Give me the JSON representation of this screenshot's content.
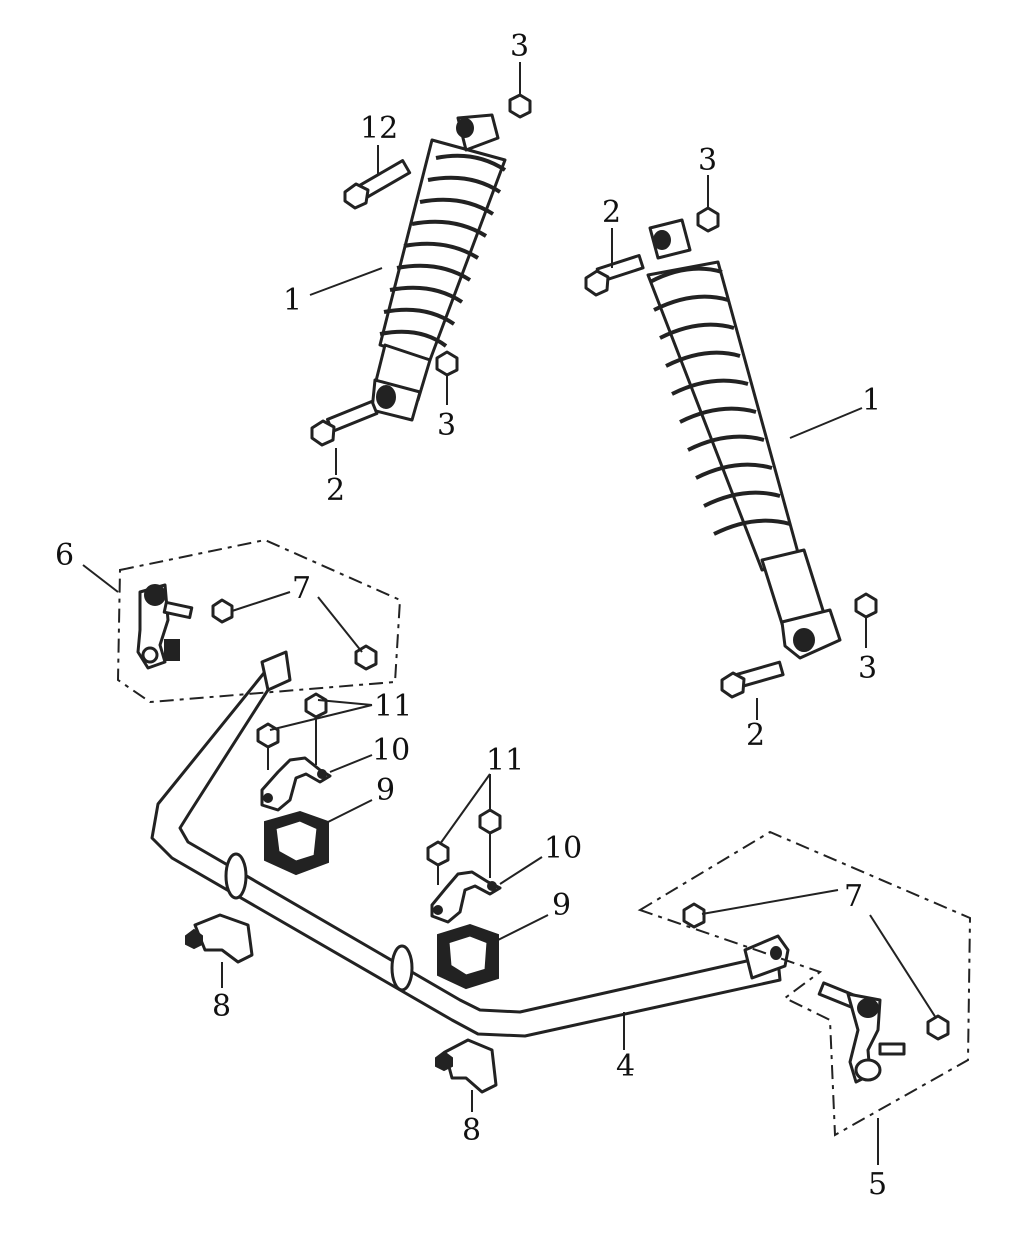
{
  "callouts": {
    "shock_left": "1",
    "shock_right": "1",
    "bolt_left_lower": "2",
    "bolt_right_upper": "2",
    "bolt_right_lower": "2",
    "nut_left_top": "3",
    "nut_left_lower": "3",
    "nut_right_top": "3",
    "nut_right_lower": "3",
    "stabilizer_bar": "4",
    "link_right": "5",
    "link_left": "6",
    "nut_link_left": "7",
    "nut_link_right": "7",
    "bracket_left": "8",
    "bracket_center": "8",
    "bushing_left": "9",
    "bushing_center": "9",
    "clamp_left": "10",
    "clamp_center": "10",
    "bolts_left": "11",
    "bolts_center": "11",
    "bolt_left_top": "12"
  }
}
